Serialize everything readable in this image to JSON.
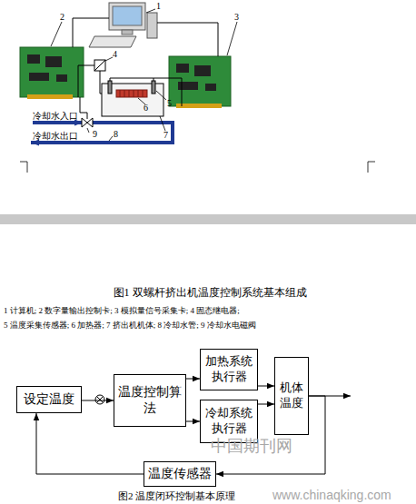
{
  "diagram": {
    "caption": "图1 双螺杆挤出机温度控制系统基本组成",
    "nodes": [
      {
        "text": [
          "设定温度"
        ]
      },
      {
        "text": [
          "温度控制算法"
        ]
      },
      {
        "text": [
          "加热系统执行器"
        ]
      },
      {
        "text": [
          "冷却系统执行器"
        ]
      },
      {
        "text": [
          "机体温度"
        ]
      },
      {
        "text": [
          "温度传感器"
        ]
      }
    ],
    "edges": [
      {
        "from": 0,
        "to": 1,
        "arrow": "to"
      },
      {
        "from": 1,
        "to": 2,
        "arrow": "to"
      },
      {
        "from": 1,
        "to": 3,
        "arrow": "to"
      },
      {
        "from": 2,
        "to": 4,
        "arrow": "to"
      },
      {
        "from": 3,
        "to": 4,
        "arrow": "to"
      },
      {
        "from": 4,
        "to": 5,
        "arrow": "to"
      },
      {
        "from": 5,
        "to": 0,
        "arrow": "to"
      }
    ],
    "labels": [
      "1",
      "2",
      "3",
      "4",
      "5",
      "6",
      "7",
      "8",
      "9",
      "冷却水入口",
      "冷却水出口",
      "1 计算机; 2 数字量输出控制卡; 3 模拟量信号采集卡; 4 固态继电器;",
      "5 温度采集传感器; 6 加热器; 7 挤出机机体; 8 冷却水管; 9 冷却水电磁阀",
      "图2 温度闭环控制基本原理",
      "中国期刊网",
      "www.chinaqking.com"
    ]
  }
}
